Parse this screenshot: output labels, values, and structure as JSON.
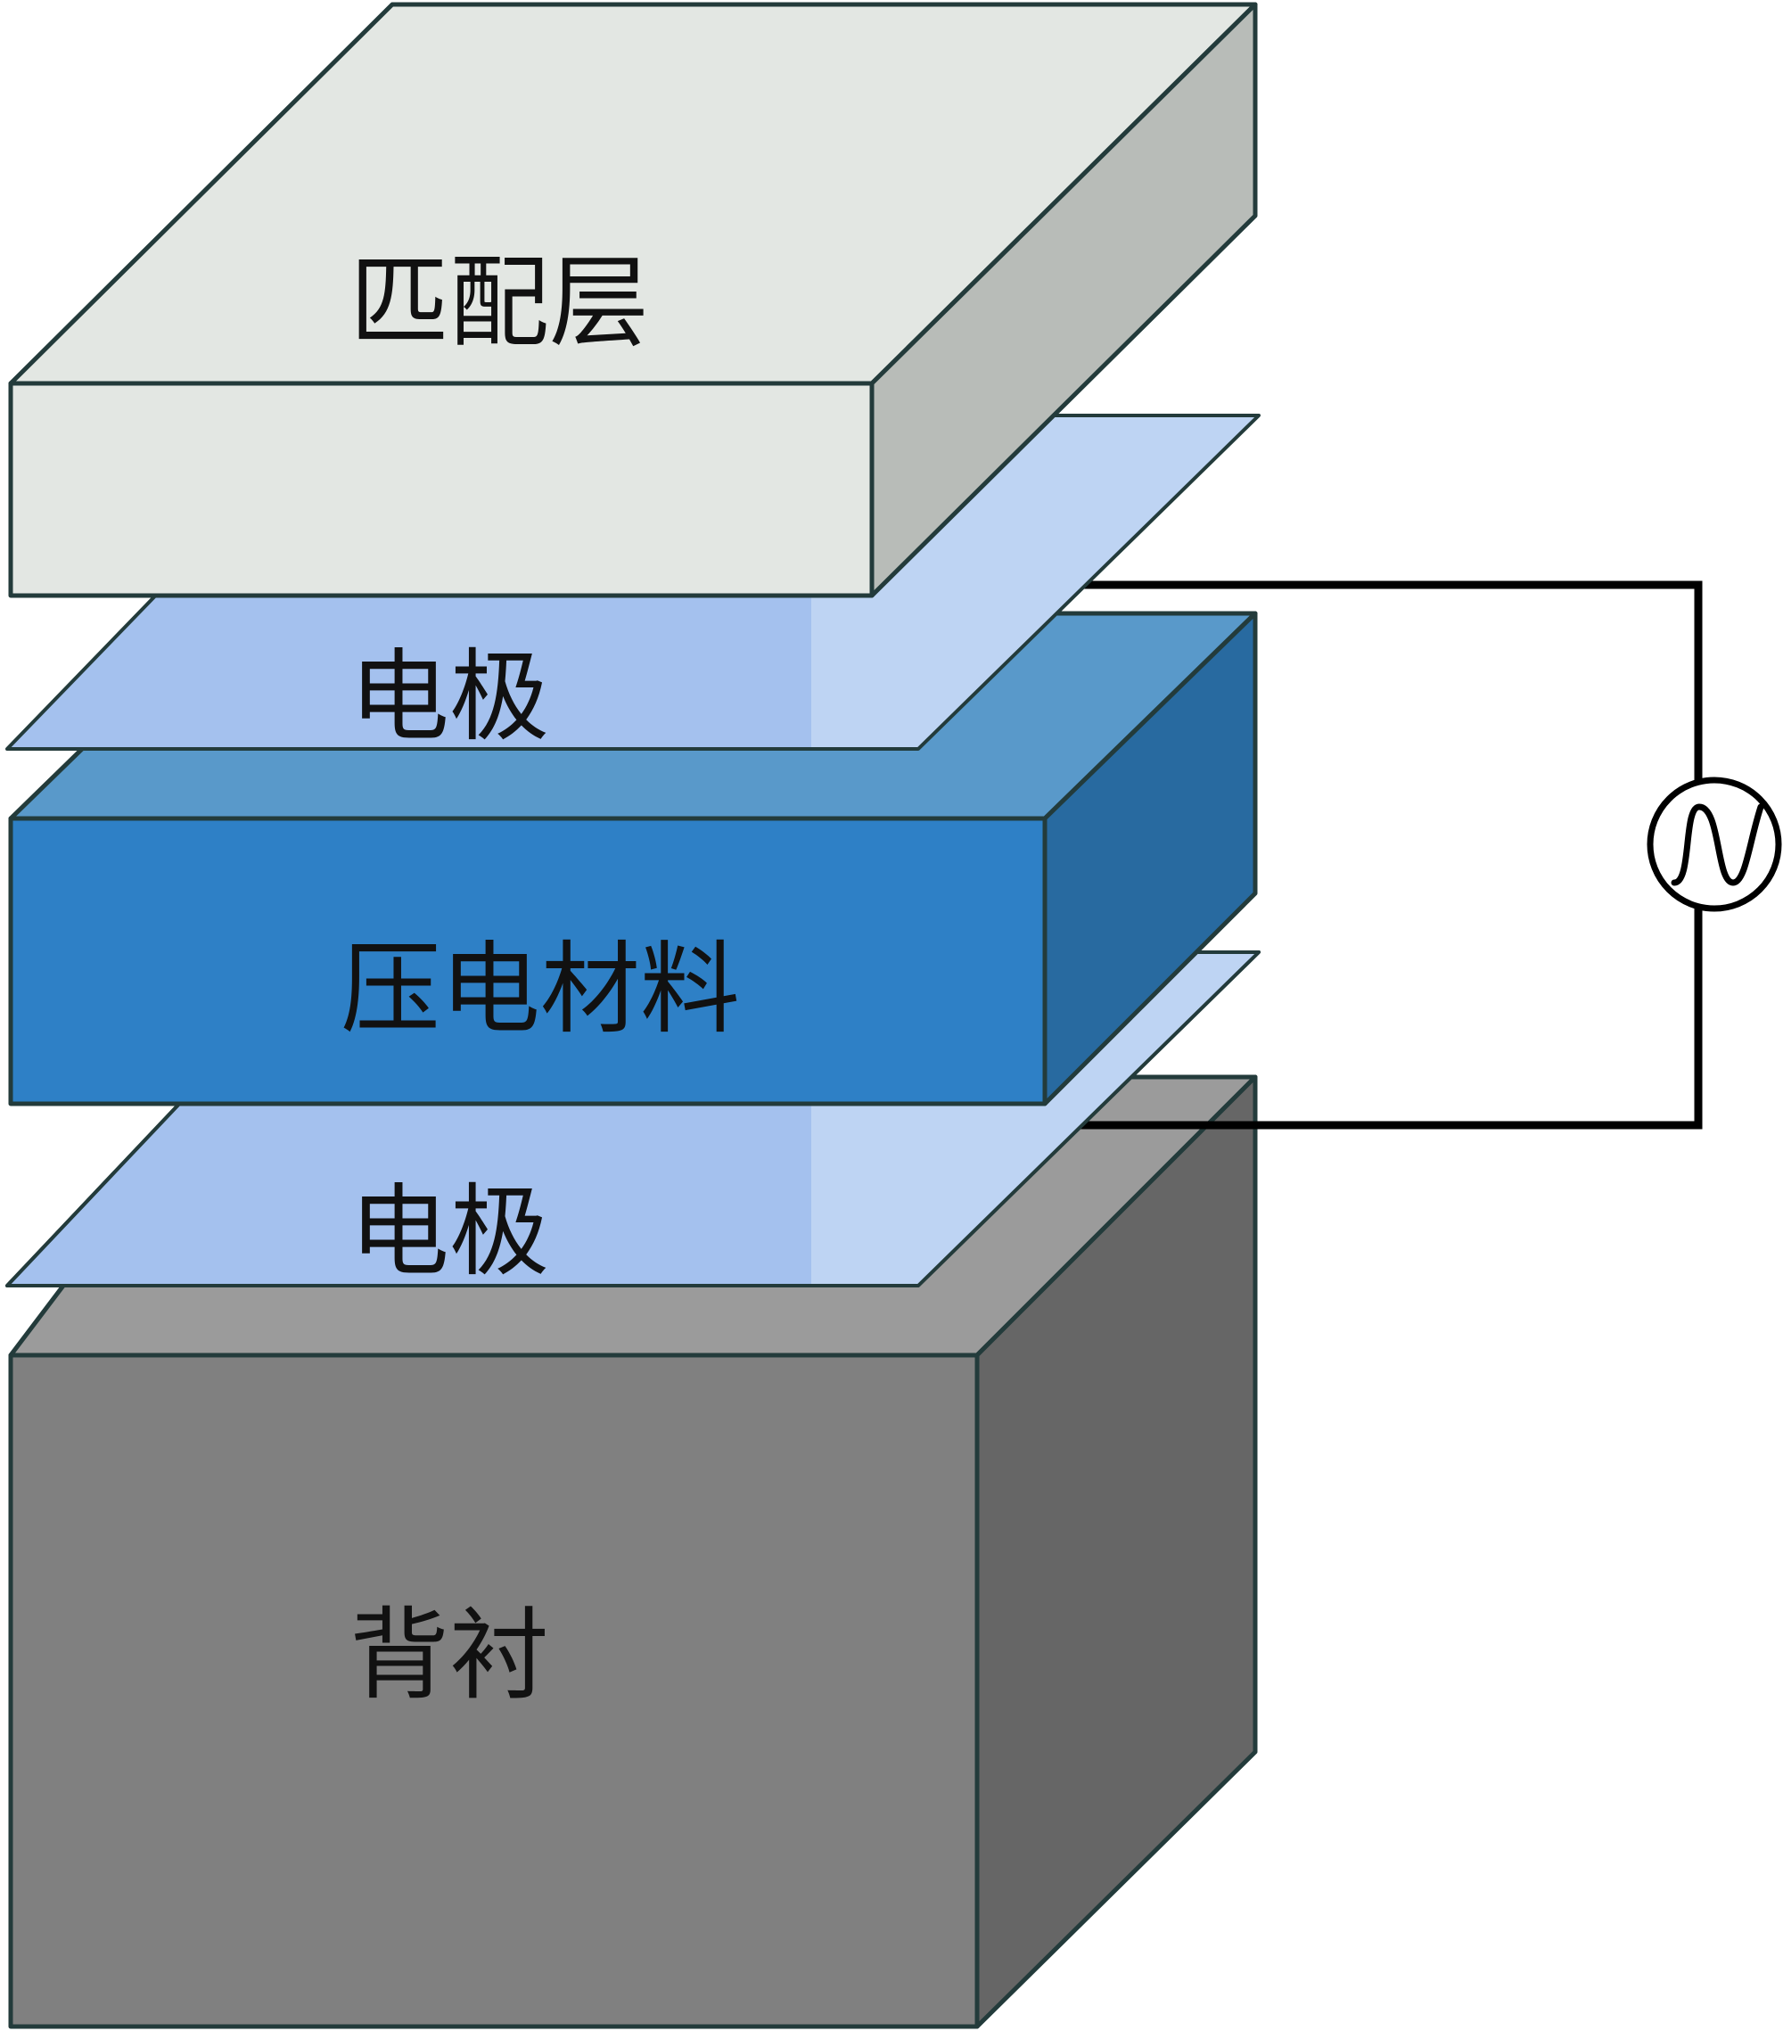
{
  "layers": {
    "matching_layer": {
      "label": "匹配层",
      "top_color": "#e3e7e3",
      "front_color": "#e3e7e3",
      "side_color": "#b8bcb8"
    },
    "top_electrode": {
      "label": "电极",
      "color": "#a4c1ee",
      "highlight": "#c3d7f3"
    },
    "piezo_material": {
      "label": "压电材料",
      "top_color": "#5999ca",
      "front_color": "#2e80c6",
      "side_color": "#286aa0"
    },
    "bottom_electrode": {
      "label": "电极",
      "color": "#a4c1ee",
      "highlight": "#c3d7f3"
    },
    "backing": {
      "label": "背衬",
      "top_color": "#9b9b9b",
      "front_color": "#808080",
      "side_color": "#666666"
    }
  },
  "circuit": {
    "source_icon": "ac-source-icon",
    "wire_color": "#000000"
  }
}
